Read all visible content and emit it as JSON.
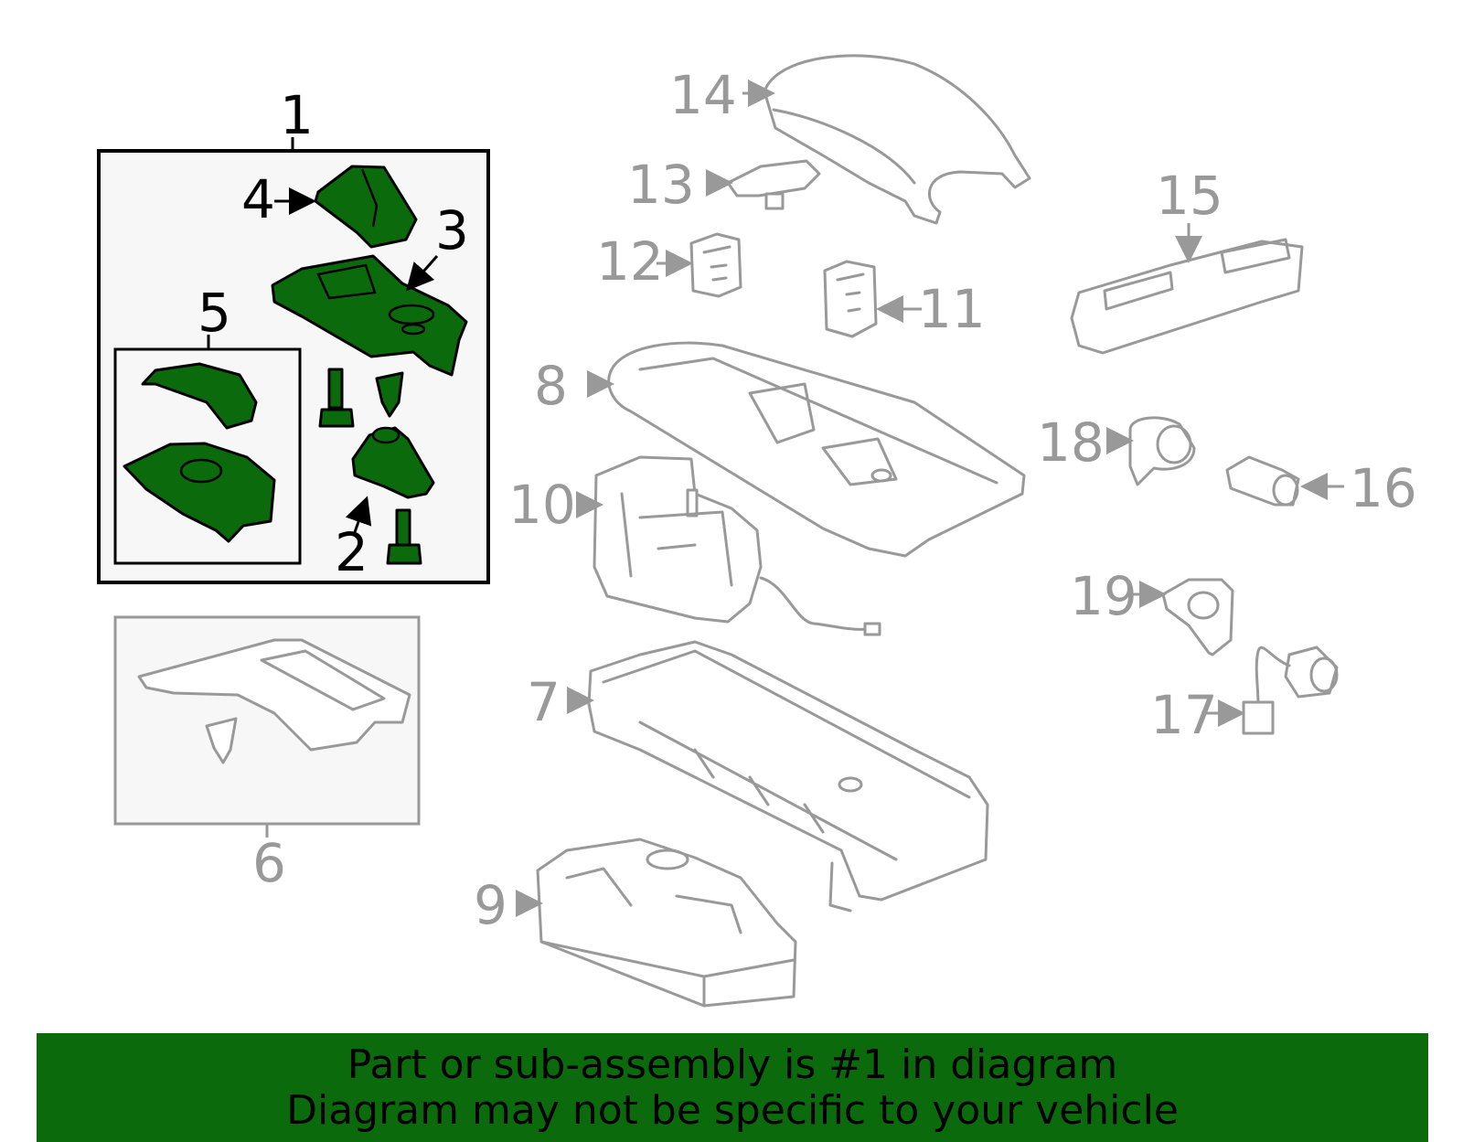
{
  "diagram": {
    "highlight_color": "#0b6a0b",
    "outline_grey": "#999999",
    "callouts": {
      "c1": "1",
      "c2": "2",
      "c3": "3",
      "c4": "4",
      "c5": "5",
      "c6": "6",
      "c7": "7",
      "c8": "8",
      "c9": "9",
      "c10": "10",
      "c11": "11",
      "c12": "12",
      "c13": "13",
      "c14": "14",
      "c15": "15",
      "c16": "16",
      "c17": "17",
      "c18": "18",
      "c19": "19"
    }
  },
  "banner": {
    "line1": "Part or sub-assembly is #1 in diagram",
    "line2": "Diagram may not be specific to your vehicle"
  }
}
